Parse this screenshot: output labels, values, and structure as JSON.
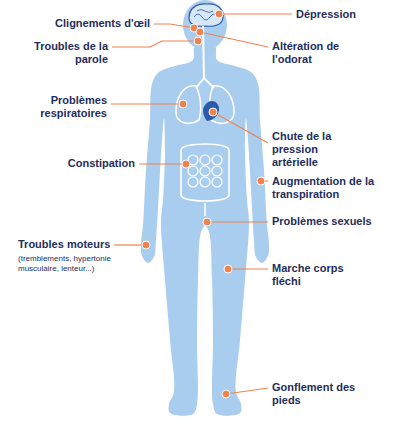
{
  "diagram": {
    "labels": [
      "Clignements d'œil",
      "Dépression",
      "Troubles de la parole",
      "Altération de l'odorat",
      "Problèmes respiratoires",
      "Chute de la pression artérielle",
      "Constipation",
      "Augmentation de la transpiration",
      "Problèmes sexuels",
      "Troubles moteurs",
      "(tremblements, hypertonie musculaire, lenteur...)",
      "Marche corps fléchi",
      "Gonflement des pieds"
    ]
  }
}
